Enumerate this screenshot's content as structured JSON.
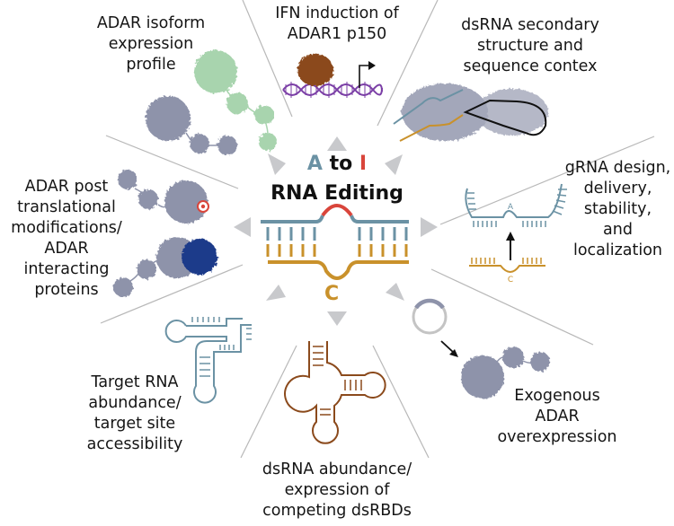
{
  "title": {
    "letter_a": "A",
    "word_to": "to",
    "letter_i": "I",
    "line2": "RNA Editing"
  },
  "center_diagram": {
    "edited_base_label": "C",
    "colors": {
      "target_strand": "#6b92a4",
      "guide_strand": "#c9912b",
      "edit_bulge": "#d9453b",
      "arrows": "#c8c9cc",
      "dividers": "#b5b5b5"
    }
  },
  "factors": [
    {
      "id": "isoform",
      "label": "ADAR isoform\nexpression\nprofile"
    },
    {
      "id": "ifn",
      "label": "IFN induction of\nADAR1 p150"
    },
    {
      "id": "dsrna-structure",
      "label": "dsRNA secondary\nstructure and\nsequence contex"
    },
    {
      "id": "grna",
      "label": "gRNA design,\ndelivery,\nstability,\nand\nlocalization"
    },
    {
      "id": "exogenous",
      "label": "Exogenous\nADAR\noverexpression"
    },
    {
      "id": "dsrna-abundance",
      "label": "dsRNA abundance/\nexpression of\ncompeting dsRBDs"
    },
    {
      "id": "target-rna",
      "label": "Target RNA\nabundance/\ntarget site\naccessibility"
    },
    {
      "id": "ptm",
      "label": "ADAR post\ntranslational\nmodifications/\nADAR interacting\nproteins"
    }
  ],
  "grna_panel": {
    "target_base": "A",
    "guide_base": "C"
  },
  "icon_colors": {
    "adar_protein": "#8e93aa",
    "adar_isoform_alt": "#a8d4ae",
    "ifn_protein": "#8b4a1c",
    "dna_helix": "#7b3fa6",
    "interacting_protein": "#1f3a8a",
    "ptm_mark": "#d9453b",
    "competing_dsrna": "#8b4a1c",
    "plasmid": "#c4c4c4"
  }
}
